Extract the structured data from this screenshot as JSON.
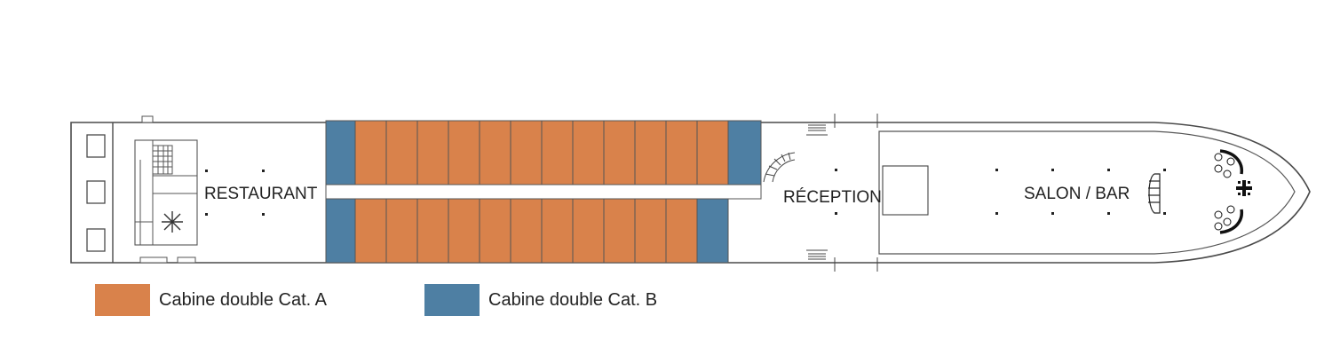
{
  "colors": {
    "cat_a": "#d9824b",
    "cat_b": "#4e7fa3",
    "outline": "#4a4a4a",
    "hull_fill": "#ffffff"
  },
  "zones": {
    "restaurant": "RESTAURANT",
    "reception": "RÉCEPTION",
    "salon_bar": "SALON / BAR"
  },
  "icons": [
    "snowflake-icon",
    "spiral-staircase-icon",
    "stairs-icon",
    "steering-wheel-icon"
  ],
  "legend": [
    {
      "label": "Cabine double Cat. A",
      "color_key": "cat_a"
    },
    {
      "label": "Cabine double Cat. B",
      "color_key": "cat_b"
    }
  ],
  "cabins": {
    "top_row": [
      "B",
      "A",
      "A",
      "A",
      "A",
      "A",
      "A",
      "A",
      "A",
      "A",
      "A",
      "A",
      "A",
      "B"
    ],
    "bottom_row": [
      "B",
      "A",
      "A",
      "A",
      "A",
      "A",
      "A",
      "A",
      "A",
      "A",
      "A",
      "A",
      "B"
    ]
  }
}
